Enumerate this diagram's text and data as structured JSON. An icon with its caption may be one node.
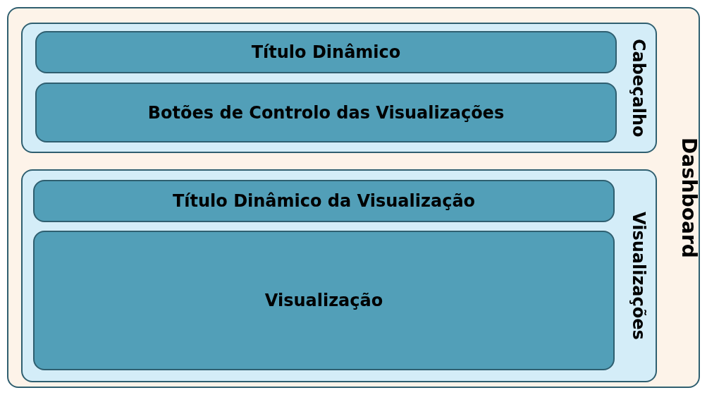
{
  "diagram": {
    "nodes": [
      {
        "text": [
          "Dashboard"
        ]
      },
      {
        "text": [
          "Cabeçalho"
        ],
        "in": 0
      },
      {
        "text": [
          "Título Dinâmico"
        ],
        "in": 1
      },
      {
        "text": [
          "Botões de Controlo das Visualizações"
        ],
        "in": 1
      },
      {
        "text": [
          "Visualizações"
        ],
        "in": 0
      },
      {
        "text": [
          "Título Dinâmico da Visualização"
        ],
        "in": 4
      },
      {
        "text": [
          "Visualização"
        ],
        "in": 4
      }
    ]
  }
}
